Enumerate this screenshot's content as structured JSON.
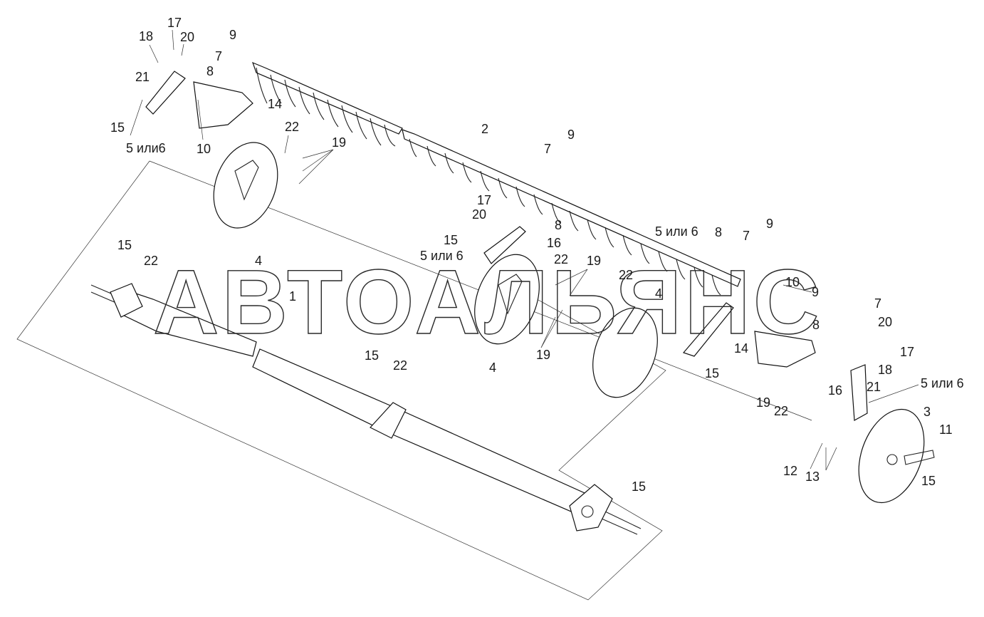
{
  "watermark": "АВТОАЛЬЯНС",
  "labels": [
    {
      "id": "l1",
      "text": "18"
    },
    {
      "id": "l2",
      "text": "17"
    },
    {
      "id": "l3",
      "text": "20"
    },
    {
      "id": "l4",
      "text": "9"
    },
    {
      "id": "l5",
      "text": "7"
    },
    {
      "id": "l6",
      "text": "8"
    },
    {
      "id": "l7",
      "text": "21"
    },
    {
      "id": "l8",
      "text": "14"
    },
    {
      "id": "l9",
      "text": "15"
    },
    {
      "id": "l10",
      "text": "5 или6"
    },
    {
      "id": "l11",
      "text": "10"
    },
    {
      "id": "l12",
      "text": "22"
    },
    {
      "id": "l13",
      "text": "19"
    },
    {
      "id": "l14",
      "text": "2"
    },
    {
      "id": "l15",
      "text": "7"
    },
    {
      "id": "l16",
      "text": "9"
    },
    {
      "id": "l17",
      "text": "17"
    },
    {
      "id": "l18",
      "text": "20"
    },
    {
      "id": "l19",
      "text": "8"
    },
    {
      "id": "l20",
      "text": "15"
    },
    {
      "id": "l21",
      "text": "16"
    },
    {
      "id": "l22",
      "text": "5 или 6"
    },
    {
      "id": "l23",
      "text": "22"
    },
    {
      "id": "l24",
      "text": "19"
    },
    {
      "id": "l25",
      "text": "22"
    },
    {
      "id": "l26",
      "text": "4"
    },
    {
      "id": "l27",
      "text": "15"
    },
    {
      "id": "l28",
      "text": "22"
    },
    {
      "id": "l29",
      "text": "4"
    },
    {
      "id": "l30",
      "text": "1"
    },
    {
      "id": "l31",
      "text": "5 или 6"
    },
    {
      "id": "l32",
      "text": "8"
    },
    {
      "id": "l33",
      "text": "7"
    },
    {
      "id": "l34",
      "text": "9"
    },
    {
      "id": "l35",
      "text": "10"
    },
    {
      "id": "l36",
      "text": "9"
    },
    {
      "id": "l37",
      "text": "7"
    },
    {
      "id": "l38",
      "text": "20"
    },
    {
      "id": "l39",
      "text": "8"
    },
    {
      "id": "l40",
      "text": "17"
    },
    {
      "id": "l41",
      "text": "14"
    },
    {
      "id": "l42",
      "text": "18"
    },
    {
      "id": "l43",
      "text": "15"
    },
    {
      "id": "l44",
      "text": "16"
    },
    {
      "id": "l45",
      "text": "21"
    },
    {
      "id": "l46",
      "text": "5 или 6"
    },
    {
      "id": "l47",
      "text": "4"
    },
    {
      "id": "l48",
      "text": "19"
    },
    {
      "id": "l49",
      "text": "15"
    },
    {
      "id": "l50",
      "text": "22"
    },
    {
      "id": "l51",
      "text": "19"
    },
    {
      "id": "l52",
      "text": "22"
    },
    {
      "id": "l53",
      "text": "3"
    },
    {
      "id": "l54",
      "text": "11"
    },
    {
      "id": "l55",
      "text": "12"
    },
    {
      "id": "l56",
      "text": "13"
    },
    {
      "id": "l57",
      "text": "15"
    },
    {
      "id": "l58",
      "text": "15"
    }
  ]
}
